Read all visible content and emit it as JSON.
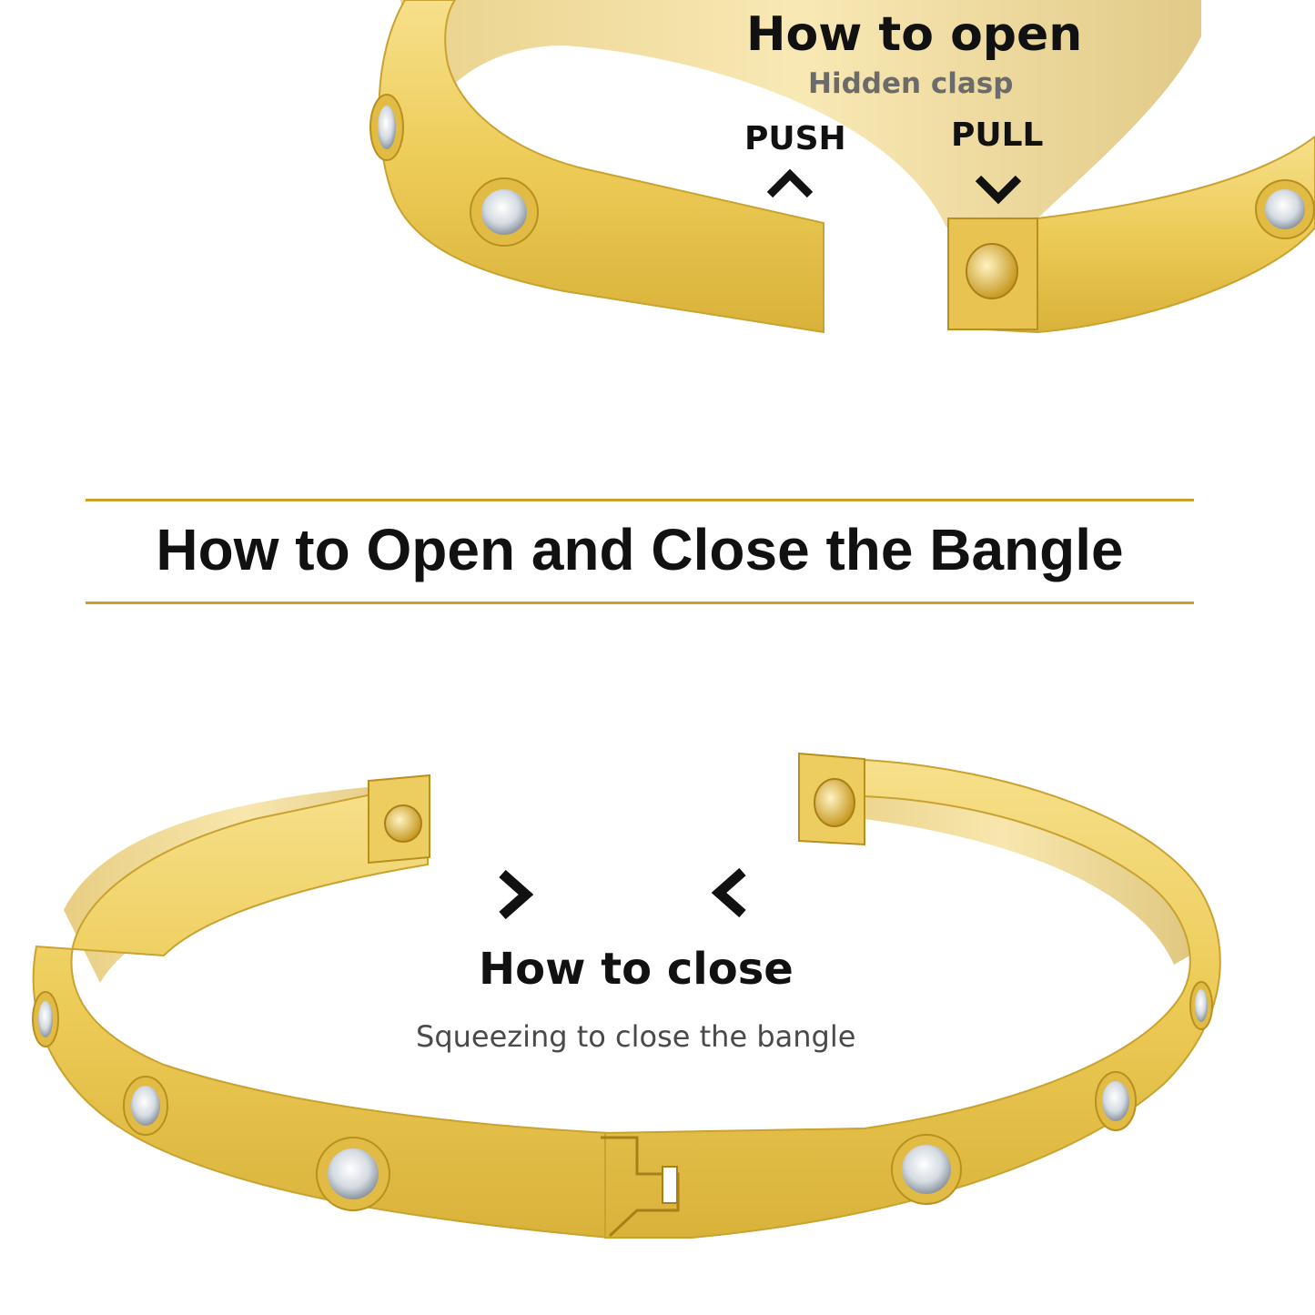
{
  "open_section": {
    "title": "How to open",
    "subtitle": "Hidden clasp",
    "push_label": "PUSH",
    "pull_label": "PULL",
    "push_icon": "chevron-up-icon",
    "pull_icon": "chevron-down-icon"
  },
  "main_title": "How to Open and Close the Bangle",
  "close_section": {
    "title": "How to close",
    "subtitle": "Squeezing to close the bangle",
    "left_icon": "chevron-right-icon",
    "right_icon": "chevron-left-icon"
  },
  "colors": {
    "gold_light": "#f6df86",
    "gold_mid": "#e7c24a",
    "gold_dark": "#b8901e",
    "rule": "#c9a227",
    "text": "#111111",
    "subtext": "#6b6b6b"
  }
}
